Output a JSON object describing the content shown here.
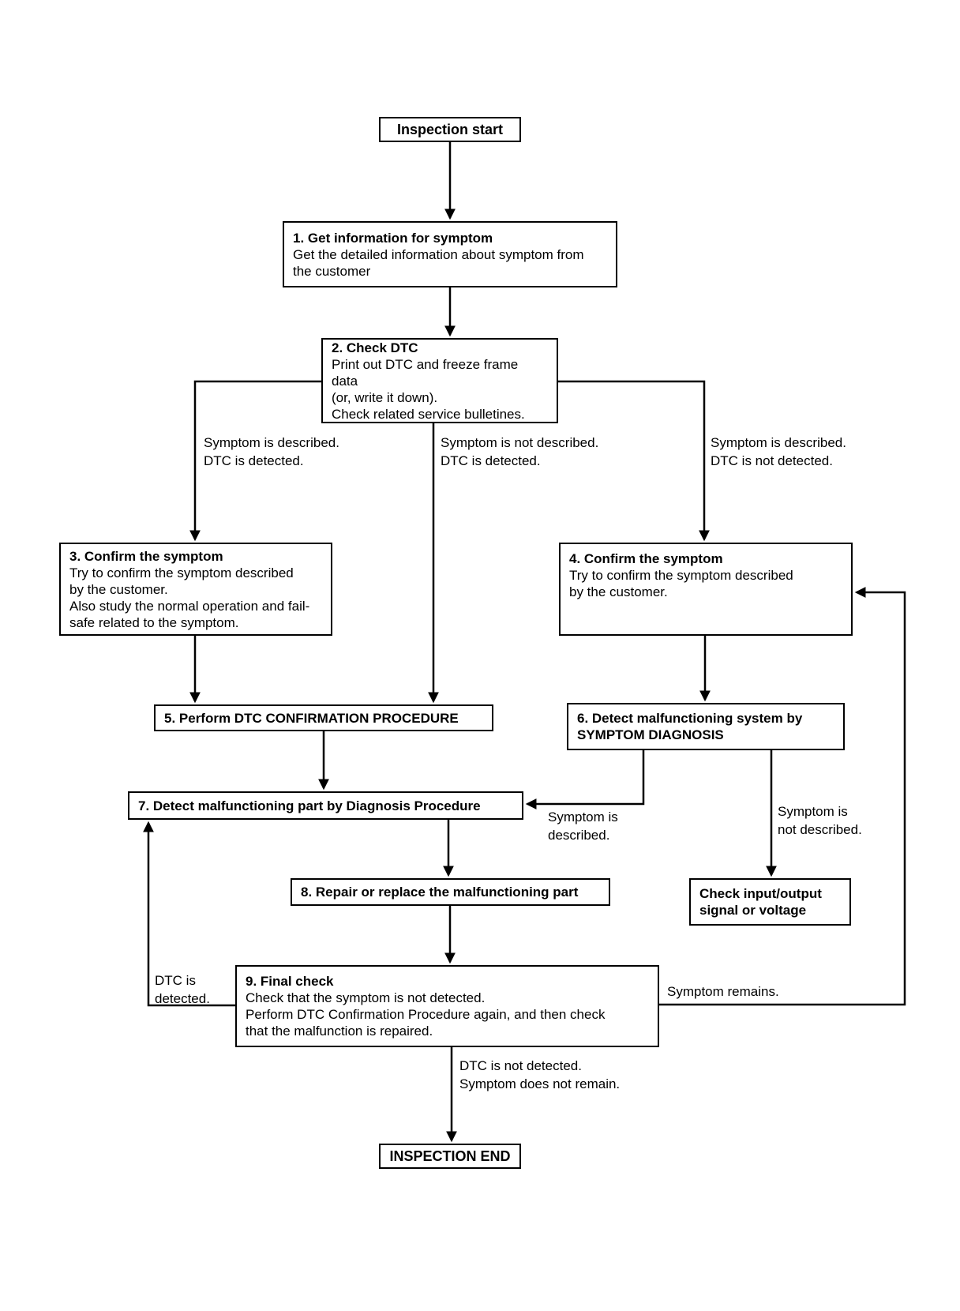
{
  "flowchart": {
    "start": {
      "label": "Inspection start"
    },
    "end": {
      "label": "INSPECTION END"
    },
    "boxes": {
      "get_information": {
        "title": "1. Get information for symptom",
        "body": "Get the detailed information about symptom from\nthe customer"
      },
      "check_dtc": {
        "title": "2. Check DTC",
        "body": "Print out DTC and freeze frame data\n(or, write it down).\nCheck related service bulletines."
      },
      "confirm_symptom_3": {
        "title": "3. Confirm the symptom",
        "body": "Try to confirm the symptom described\nby the customer.\nAlso study the normal operation and fail-\nsafe related to the symptom."
      },
      "confirm_symptom_4": {
        "title": "4. Confirm the symptom",
        "body": "Try to confirm the symptom described\nby the customer."
      },
      "perform_dtc_confirmation": {
        "title": "5. Perform DTC CONFIRMATION PROCEDURE"
      },
      "detect_malfunctioning_system": {
        "title": "6. Detect malfunctioning system by\nSYMPTOM DIAGNOSIS"
      },
      "detect_malfunctioning_part": {
        "title": "7. Detect malfunctioning part by Diagnosis Procedure"
      },
      "repair_or_replace": {
        "title": "8. Repair or replace the malfunctioning part"
      },
      "final_check": {
        "title": "9. Final check",
        "body": "Check that the symptom is not detected.\nPerform DTC Confirmation Procedure again, and then check\nthat the malfunction is repaired."
      },
      "check_io": {
        "title": "Check input/output\nsignal or voltage"
      }
    },
    "edge_labels": {
      "left_branch": "Symptom is described.\nDTC is detected.",
      "middle_branch": "Symptom is not described.\nDTC is detected.",
      "right_branch": "Symptom is described.\nDTC is not detected.",
      "symptom_described": "Symptom is\ndescribed.",
      "symptom_not_described": "Symptom is\nnot described.",
      "dtc_detected": "DTC is\ndetected.",
      "symptom_remains": "Symptom remains.",
      "inspection_end_condition": "DTC is not detected.\nSymptom does not remain."
    },
    "colors": {
      "line": "#000000",
      "background": "#ffffff",
      "text": "#000000"
    }
  }
}
